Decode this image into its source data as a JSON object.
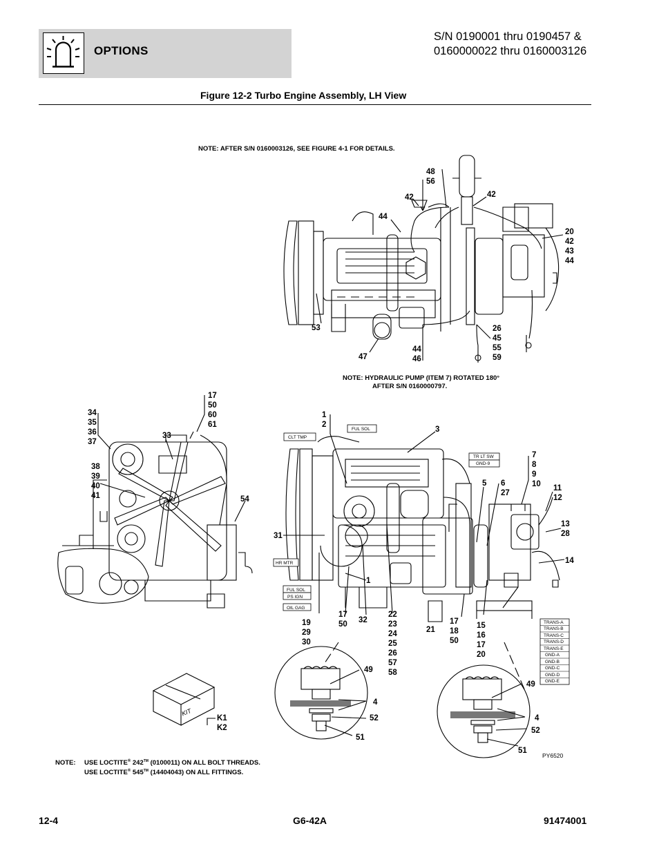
{
  "header": {
    "section": "OPTIONS",
    "serial_line1": "S/N 0190001 thru 0190457 &",
    "serial_line2": "0160000022 thru 0160003126",
    "icon": "warning-light-icon"
  },
  "figure": {
    "title": "Figure 12-2 Turbo Engine Assembly, LH View",
    "note_top": "NOTE:   AFTER S/N 0160003126, SEE FIGURE 4-1 FOR DETAILS.",
    "note_pump_line1": "NOTE:   HYDRAULIC PUMP (ITEM 7) ROTATED 180°",
    "note_pump_line2": "AFTER S/N 0160000797.",
    "ref_code": "PY6520"
  },
  "callouts": {
    "top": [
      "48",
      "56",
      "42",
      "42",
      "44",
      "20",
      "42",
      "43",
      "44",
      "53",
      "47",
      "44",
      "46",
      "26",
      "45",
      "55",
      "59"
    ],
    "left": [
      "34",
      "35",
      "36",
      "37",
      "17",
      "50",
      "60",
      "61",
      "33",
      "38",
      "39",
      "40",
      "41",
      "54"
    ],
    "main": [
      "1",
      "2",
      "3",
      "7",
      "8",
      "9",
      "10",
      "6",
      "27",
      "5",
      "11",
      "12",
      "13",
      "28",
      "14",
      "31",
      "1",
      "19",
      "29",
      "30",
      "17",
      "50",
      "32",
      "22",
      "23",
      "24",
      "25",
      "26",
      "57",
      "58",
      "21",
      "17",
      "18",
      "50",
      "15",
      "16",
      "17",
      "20"
    ],
    "details": [
      "49",
      "4",
      "52",
      "51",
      "49",
      "4",
      "52",
      "51",
      "K1",
      "K2"
    ]
  },
  "tags": {
    "main": [
      "CLT TMP",
      "FUL SOL",
      "TR LT SW",
      "GND-9",
      "HR MTR",
      "FUL SOL",
      "PS IGN",
      "OIL GAG"
    ],
    "trans": [
      "TRANS-A",
      "TRANS-B",
      "TRANS-C",
      "TRANS-D",
      "TRANS-E",
      "GND-A",
      "GND-B",
      "GND-C",
      "GND-D",
      "GND-E"
    ],
    "kit": "KIT"
  },
  "bottom_note": {
    "prefix": "NOTE:",
    "line1_a": "USE LOCTITE",
    "line1_b": " 242",
    "line1_c": " (0100011) ON ALL BOLT THREADS.",
    "line2_a": "USE LOCTITE",
    "line2_b": " 545",
    "line2_c": " (14404043) ON ALL FITTINGS.",
    "reg": "®",
    "tm": "TM"
  },
  "footer": {
    "page": "12-4",
    "model": "G6-42A",
    "doc": "91474001"
  }
}
